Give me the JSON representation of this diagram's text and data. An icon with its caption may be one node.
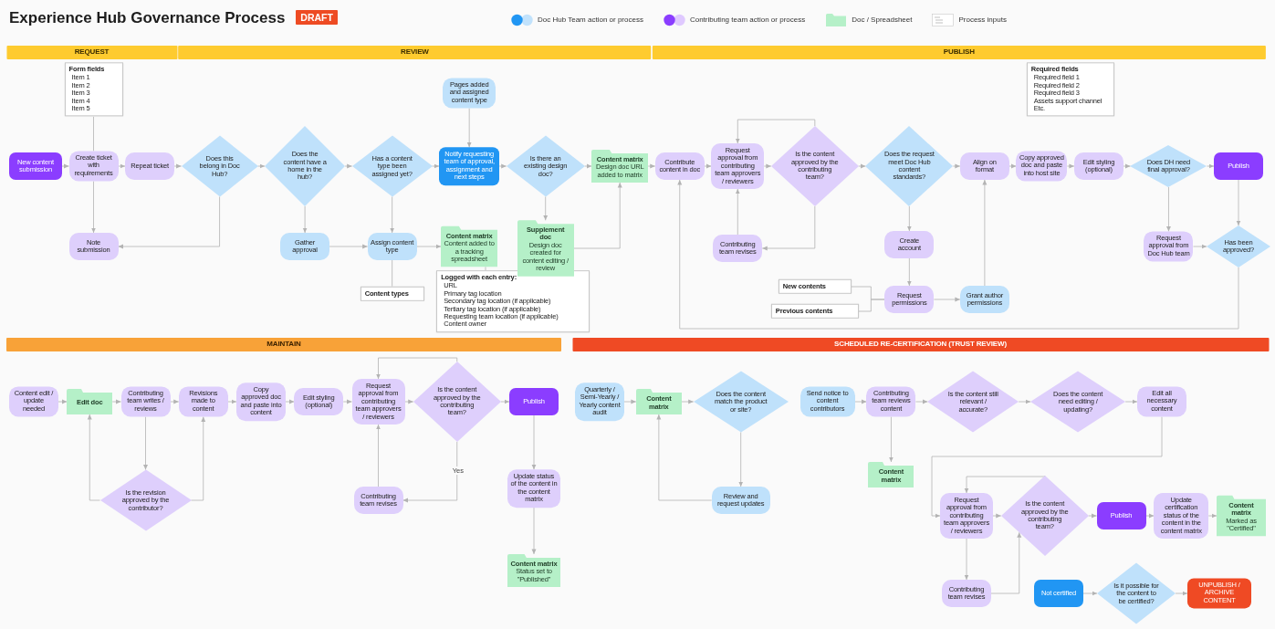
{
  "diagram": {
    "title": "Experience Hub Governance Process",
    "nodes": [
      {
        "text": [
          "REQUEST"
        ]
      },
      {
        "text": [
          "REVIEW"
        ]
      },
      {
        "text": [
          "PUBLISH"
        ]
      },
      {
        "text": [
          "MAINTAIN"
        ]
      },
      {
        "text": [
          "SCHEDULED RE-CERTIFICATION (TRUST REVIEW)"
        ]
      },
      {
        "text": [
          "Form fields",
          "Item 1",
          "Item 2",
          "Item 3",
          "Item 4",
          "Item 5"
        ]
      },
      {
        "text": [
          "New content submission"
        ]
      },
      {
        "text": [
          "Create ticket with requirements"
        ]
      },
      {
        "text": [
          "Repeat ticket"
        ]
      },
      {
        "text": [
          "Note submission"
        ]
      },
      {
        "text": [
          "Does this belong in Doc Hub?"
        ]
      },
      {
        "text": [
          "Does the content have a home in the hub?"
        ]
      },
      {
        "text": [
          "Gather approval"
        ]
      },
      {
        "text": [
          "Has a content type been assigned yet?"
        ]
      },
      {
        "text": [
          "Assign content type"
        ]
      },
      {
        "text": [
          "Content types"
        ]
      },
      {
        "text": [
          "Pages added and assigned content type"
        ]
      },
      {
        "text": [
          "Notify requesting team of approval, assignment and next steps"
        ]
      },
      {
        "text": [
          "Content matrix",
          "Content added to a tracking spreadsheet"
        ]
      },
      {
        "text": [
          "Logged with each entry:",
          "URL",
          "Primary tag location",
          "Secondary tag location (if applicable)",
          "Tertiary tag location (if applicable)",
          "Requesting team location (if applicable)",
          "Content owner"
        ]
      },
      {
        "text": [
          "Is there an existing design doc?"
        ]
      },
      {
        "text": [
          "Supplement doc",
          "Design doc created for content editing / review"
        ]
      },
      {
        "text": [
          "Content matrix",
          "Design doc URL added to matrix"
        ]
      },
      {
        "text": [
          "Contribute content in doc"
        ]
      },
      {
        "text": [
          "Request approval from contributing team approvers / reviewers"
        ]
      },
      {
        "text": [
          "Is the content approved by the contributing team?"
        ]
      },
      {
        "text": [
          "Contributing team revises"
        ]
      },
      {
        "text": [
          "Does the request meet Doc Hub content standards?"
        ]
      },
      {
        "text": [
          "Align on format"
        ]
      },
      {
        "text": [
          "Create account"
        ]
      },
      {
        "text": [
          "Request permissions"
        ]
      },
      {
        "text": [
          "Grant author permissions"
        ]
      },
      {
        "text": [
          "New contents"
        ]
      },
      {
        "text": [
          "Previous contents"
        ]
      },
      {
        "text": [
          "Required fields",
          "Required field 1",
          "Required field 2",
          "Required field 3",
          "Assets support channel",
          "Etc."
        ]
      },
      {
        "text": [
          "Copy approved doc and paste into host site"
        ]
      },
      {
        "text": [
          "Edit styling (optional)"
        ]
      },
      {
        "text": [
          "Does DH need final approval?"
        ]
      },
      {
        "text": [
          "Publish"
        ]
      },
      {
        "text": [
          "Request approval from Doc Hub team"
        ]
      },
      {
        "text": [
          "Has been approved?"
        ]
      },
      {
        "text": [
          "Content edit / update needed"
        ]
      },
      {
        "text": [
          "Edit doc"
        ]
      },
      {
        "text": [
          "Contributing team writes / reviews"
        ]
      },
      {
        "text": [
          "Is the revision approved by the contributor?"
        ]
      },
      {
        "text": [
          "Revisions made to content"
        ]
      },
      {
        "text": [
          "Copy approved doc and paste into content"
        ]
      },
      {
        "text": [
          "Edit styling (optional)"
        ]
      },
      {
        "text": [
          "Request approval from contributing team approvers / reviewers"
        ]
      },
      {
        "text": [
          "Is the content approved by the contributing team?"
        ]
      },
      {
        "text": [
          "Publish"
        ]
      },
      {
        "text": [
          "Contributing team revises"
        ]
      },
      {
        "text": [
          "Update status of the content in the content matrix"
        ]
      },
      {
        "text": [
          "Content matrix",
          "Status set to \"Published\""
        ]
      },
      {
        "text": [
          "Quarterly / Semi-Yearly / Yearly content audit"
        ]
      },
      {
        "text": [
          "Content matrix"
        ]
      },
      {
        "text": [
          "Does the content match the product or site?"
        ]
      },
      {
        "text": [
          "Review and request updates"
        ]
      },
      {
        "text": [
          "Send notice to content contributors"
        ]
      },
      {
        "text": [
          "Contributing team reviews content"
        ]
      },
      {
        "text": [
          "Content matrix"
        ]
      },
      {
        "text": [
          "Is the content still relevant / accurate?"
        ]
      },
      {
        "text": [
          "Does the content need editing / updating?"
        ]
      },
      {
        "text": [
          "Edit all necessary content"
        ]
      },
      {
        "text": [
          "Request approval from contributing team approvers / reviewers"
        ]
      },
      {
        "text": [
          "Is the content approved by the contributing team?"
        ]
      },
      {
        "text": [
          "Publish"
        ]
      },
      {
        "text": [
          "Update certification status of the content in the content matrix"
        ]
      },
      {
        "text": [
          "Content matrix",
          "Marked as \"Certified\""
        ]
      },
      {
        "text": [
          "Contributing team revises"
        ]
      },
      {
        "text": [
          "Not certified"
        ]
      },
      {
        "text": [
          "Is it possible for the content to be certified?"
        ]
      },
      {
        "text": [
          "UNPUBLISH / ARCHIVE CONTENT"
        ]
      }
    ],
    "edges": [
      {
        "from": 6,
        "to": 7,
        "arrow": "to"
      },
      {
        "from": 7,
        "to": 8,
        "arrow": "to"
      },
      {
        "from": 7,
        "to": 9,
        "arrow": "to"
      },
      {
        "from": 8,
        "to": 10,
        "arrow": "to"
      },
      {
        "from": 10,
        "to": 9,
        "arrow": "to"
      },
      {
        "from": 10,
        "to": 11,
        "arrow": "to"
      },
      {
        "from": 11,
        "to": 12,
        "arrow": "to"
      },
      {
        "from": 11,
        "to": 13,
        "arrow": "to"
      },
      {
        "from": 12,
        "to": 14,
        "arrow": "to"
      },
      {
        "from": 13,
        "to": 14,
        "arrow": "to"
      },
      {
        "from": 14,
        "to": 18,
        "arrow": "to"
      },
      {
        "from": 18,
        "to": 19,
        "arrow": "none"
      },
      {
        "from": 14,
        "to": 15,
        "arrow": "none"
      },
      {
        "from": 13,
        "to": 17,
        "arrow": "to"
      },
      {
        "from": 16,
        "to": 17,
        "arrow": "to"
      },
      {
        "from": 17,
        "to": 20,
        "arrow": "to"
      },
      {
        "from": 20,
        "to": 21,
        "arrow": "to"
      },
      {
        "from": 20,
        "to": 22,
        "arrow": "to"
      },
      {
        "from": 21,
        "to": 22,
        "arrow": "to"
      },
      {
        "from": 22,
        "to": 23,
        "arrow": "to"
      },
      {
        "from": 23,
        "to": 24,
        "arrow": "to"
      },
      {
        "from": 24,
        "to": 25,
        "arrow": "to"
      },
      {
        "from": 25,
        "to": 24,
        "arrow": "to"
      },
      {
        "from": 25,
        "to": 26,
        "arrow": "to"
      },
      {
        "from": 26,
        "to": 24,
        "arrow": "to"
      },
      {
        "from": 25,
        "to": 27,
        "arrow": "to"
      },
      {
        "from": 27,
        "to": 28,
        "arrow": "to"
      },
      {
        "from": 27,
        "to": 29,
        "arrow": "to"
      },
      {
        "from": 29,
        "to": 30,
        "arrow": "to"
      },
      {
        "from": 30,
        "to": 31,
        "arrow": "to"
      },
      {
        "from": 31,
        "to": 28,
        "arrow": "to"
      },
      {
        "from": 30,
        "to": 32,
        "arrow": "none"
      },
      {
        "from": 30,
        "to": 33,
        "arrow": "none"
      },
      {
        "from": 28,
        "to": 35,
        "arrow": "to"
      },
      {
        "from": 35,
        "to": 36,
        "arrow": "to"
      },
      {
        "from": 36,
        "to": 37,
        "arrow": "to"
      },
      {
        "from": 37,
        "to": 38,
        "arrow": "to"
      },
      {
        "from": 37,
        "to": 39,
        "arrow": "to"
      },
      {
        "from": 39,
        "to": 40,
        "arrow": "to"
      },
      {
        "from": 38,
        "to": 40,
        "arrow": "to"
      },
      {
        "from": 40,
        "to": 23,
        "arrow": "to"
      },
      {
        "from": 5,
        "to": 7,
        "arrow": "none"
      },
      {
        "from": 41,
        "to": 42,
        "arrow": "to"
      },
      {
        "from": 42,
        "to": 43,
        "arrow": "to"
      },
      {
        "from": 43,
        "to": 44,
        "arrow": "to"
      },
      {
        "from": 44,
        "to": 42,
        "arrow": "to"
      },
      {
        "from": 44,
        "to": 45,
        "arrow": "to"
      },
      {
        "from": 43,
        "to": 45,
        "arrow": "to"
      },
      {
        "from": 45,
        "to": 46,
        "arrow": "to"
      },
      {
        "from": 46,
        "to": 47,
        "arrow": "to"
      },
      {
        "from": 47,
        "to": 48,
        "arrow": "to"
      },
      {
        "from": 48,
        "to": 49,
        "arrow": "to"
      },
      {
        "from": 49,
        "to": 48,
        "arrow": "to"
      },
      {
        "from": 51,
        "to": 48,
        "arrow": "to"
      },
      {
        "from": 49,
        "to": 51,
        "arrow": "to",
        "label": "Yes"
      },
      {
        "from": 49,
        "to": 50,
        "arrow": "to"
      },
      {
        "from": 50,
        "to": 52,
        "arrow": "to"
      },
      {
        "from": 52,
        "to": 53,
        "arrow": "to"
      },
      {
        "from": 54,
        "to": 55,
        "arrow": "to"
      },
      {
        "from": 55,
        "to": 56,
        "arrow": "to"
      },
      {
        "from": 56,
        "to": 57,
        "arrow": "to"
      },
      {
        "from": 57,
        "to": 55,
        "arrow": "to"
      },
      {
        "from": 58,
        "to": 59,
        "arrow": "to"
      },
      {
        "from": 59,
        "to": 60,
        "arrow": "to"
      },
      {
        "from": 59,
        "to": 61,
        "arrow": "to"
      },
      {
        "from": 61,
        "to": 62,
        "arrow": "to"
      },
      {
        "from": 62,
        "to": 63,
        "arrow": "to"
      },
      {
        "from": 63,
        "to": 64,
        "arrow": "to"
      },
      {
        "from": 64,
        "to": 65,
        "arrow": "to"
      },
      {
        "from": 65,
        "to": 64,
        "arrow": "to"
      },
      {
        "from": 64,
        "to": 69,
        "arrow": "to"
      },
      {
        "from": 69,
        "to": 65,
        "arrow": "to"
      },
      {
        "from": 65,
        "to": 66,
        "arrow": "to"
      },
      {
        "from": 66,
        "to": 67,
        "arrow": "to"
      },
      {
        "from": 67,
        "to": 68,
        "arrow": "to"
      },
      {
        "from": 70,
        "to": 71,
        "arrow": "to"
      },
      {
        "from": 71,
        "to": 72,
        "arrow": "to"
      }
    ],
    "labels": [
      "DRAFT"
    ],
    "legend": [
      {
        "text": "Doc Hub Team action or process",
        "color": "#2196f3"
      },
      {
        "text": "Contributing team action or process",
        "color": "#8b3dff"
      },
      {
        "text": "Doc / Spreadsheet",
        "color": "#b5f0c8"
      },
      {
        "text": "Process inputs"
      }
    ]
  }
}
